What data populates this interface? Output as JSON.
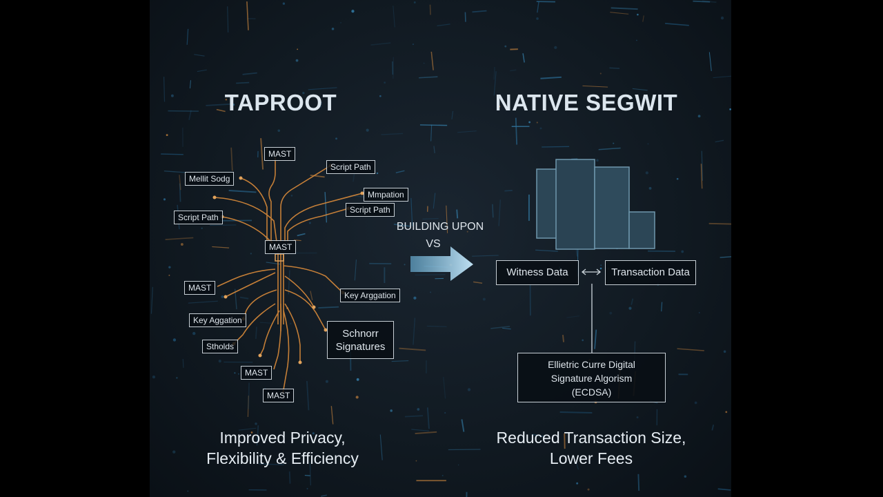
{
  "left": {
    "title": "TAPROOT",
    "caption_line1": "Improved Privacy,",
    "caption_line2": "Flexibility & Efficiency",
    "labels": {
      "mast_top": "MAST",
      "script_path_1": "Script Path",
      "multisig": "Mellit Sodg",
      "mmpation": "Mmpation",
      "script_path_2": "Script Path",
      "script_path_3": "Script Path",
      "mast_center": "MAST",
      "mast_left": "MAST",
      "key_agg_right": "Key Arggation",
      "key_agg_left": "Key Aggation",
      "schnorr_line1": "Schnorr",
      "schnorr_line2": "Signatures",
      "stholds": "Stholds",
      "mast_low1": "MAST",
      "mast_low2": "MAST"
    }
  },
  "middle": {
    "line1": "BUILDING UPON",
    "line2": "VS"
  },
  "right": {
    "title": "NATIVE SEGWIT",
    "witness_label": "Witness Data",
    "transaction_label": "Transaction Data",
    "ecdsa_line1": "Ellietric Curre Digital",
    "ecdsa_line2": "Signature Algorism",
    "ecdsa_line3": "(ECDSA)",
    "caption_line1": "Reduced Transaction Size,",
    "caption_line2": "Lower Fees"
  },
  "colors": {
    "tree": "#d98a3a",
    "blocks": "#2c4656",
    "arrow": "#7fb6d6",
    "text": "#dfe6ec"
  }
}
